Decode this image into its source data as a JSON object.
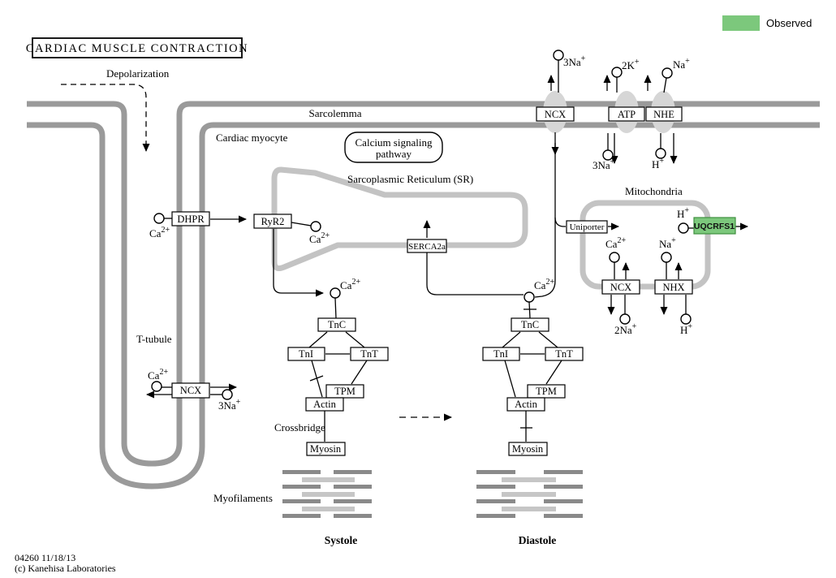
{
  "title": "CARDIAC MUSCLE CONTRACTION",
  "legend": {
    "label": "Observed",
    "color": "#7CC87C"
  },
  "footer": {
    "id_date": "04260 11/18/13",
    "copyright": "(c) Kanehisa Laboratories"
  },
  "labels": {
    "depolarization": "Depolarization",
    "sarcolemma": "Sarcolemma",
    "cardiac_myocyte": "Cardiac myocyte",
    "csp_line1": "Calcium signaling",
    "csp_line2": "pathway",
    "sr": "Sarcoplasmic Reticulum (SR)",
    "mitochondria": "Mitochondria",
    "t_tubule": "T-tubule",
    "crossbridge": "Crossbridge",
    "myofilaments": "Myofilaments",
    "systole": "Systole",
    "diastole": "Diastole"
  },
  "boxes": {
    "dhpr": "DHPR",
    "ryr2": "RyR2",
    "serca2a": "SERCA2a",
    "ncx_sarcolemma": "NCX",
    "atp": "ATP",
    "nhe": "NHE",
    "ncx_ttubule": "NCX",
    "uniporter": "Uniporter",
    "uqcrfs1": "UQCRFS1",
    "ncx_mito": "NCX",
    "nhx": "NHX",
    "tnc": "TnC",
    "tni": "TnI",
    "tnt": "TnT",
    "tpm": "TPM",
    "actin": "Actin",
    "myosin": "Myosin"
  },
  "ions": {
    "ca": {
      "b": "Ca",
      "s": "2+"
    },
    "na3": {
      "b": "3Na",
      "s": "+"
    },
    "k2": {
      "b": "2K",
      "s": "+"
    },
    "na": {
      "b": "Na",
      "s": "+"
    },
    "h": {
      "b": "H",
      "s": "+"
    },
    "na2": {
      "b": "2Na",
      "s": "+"
    }
  },
  "colors": {
    "observed": "#7CC87C",
    "membrane": "#9A9A9A",
    "organelle": "#C3C3C3",
    "filament_dark": "#8A8A8A",
    "filament_light": "#C6C6C6"
  }
}
